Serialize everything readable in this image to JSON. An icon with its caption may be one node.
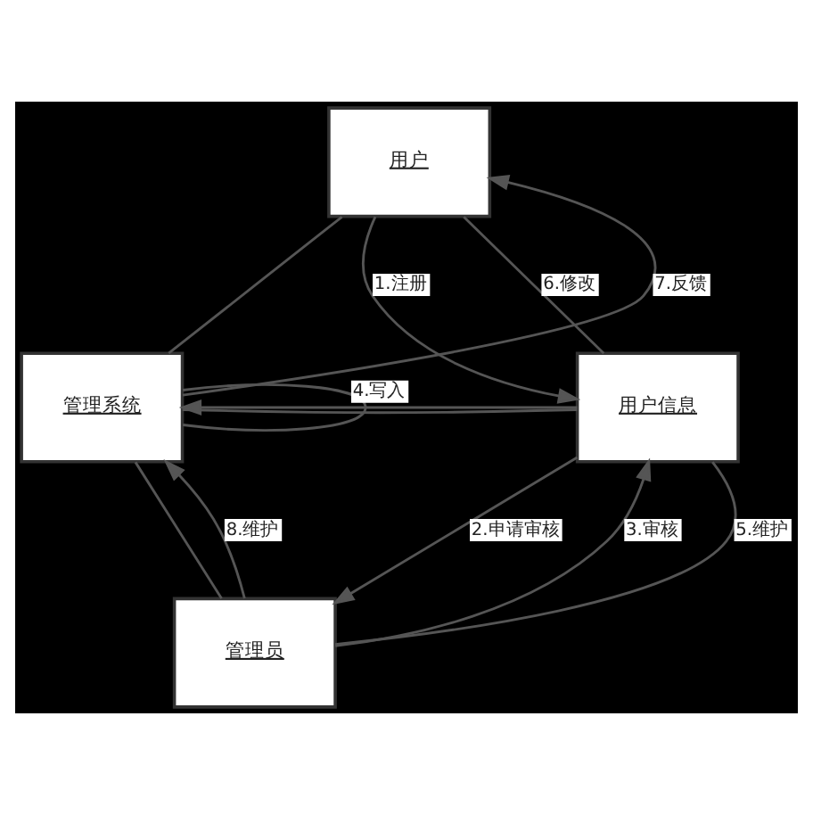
{
  "diagram": {
    "nodes": [
      {
        "text": [
          "用户"
        ]
      },
      {
        "text": [
          "管理系统"
        ]
      },
      {
        "text": [
          "用户信息"
        ]
      },
      {
        "text": [
          "管理员"
        ]
      }
    ],
    "edges": [
      {
        "from": 0,
        "to": 1,
        "arrow": "none"
      },
      {
        "from": 1,
        "to": 0,
        "arrow": "to",
        "label": "7.反馈"
      },
      {
        "from": 0,
        "to": 2,
        "arrow": "to",
        "label": "1.注册"
      },
      {
        "from": 0,
        "to": 2,
        "arrow": "none",
        "label": "6.修改"
      },
      {
        "from": 1,
        "to": 1,
        "arrow": "none"
      },
      {
        "from": 1,
        "to": 2,
        "arrow": "none"
      },
      {
        "from": 2,
        "to": 1,
        "arrow": "to",
        "label": "4.写入"
      },
      {
        "from": 3,
        "to": 1,
        "arrow": "to",
        "label": "8.维护"
      },
      {
        "from": 1,
        "to": 3,
        "arrow": "none"
      },
      {
        "from": 2,
        "to": 3,
        "arrow": "to",
        "label": "2.申请审核"
      },
      {
        "from": 3,
        "to": 2,
        "arrow": "to",
        "label": "3.审核"
      },
      {
        "from": 3,
        "to": 2,
        "arrow": "none",
        "label": "5.维护"
      }
    ]
  }
}
